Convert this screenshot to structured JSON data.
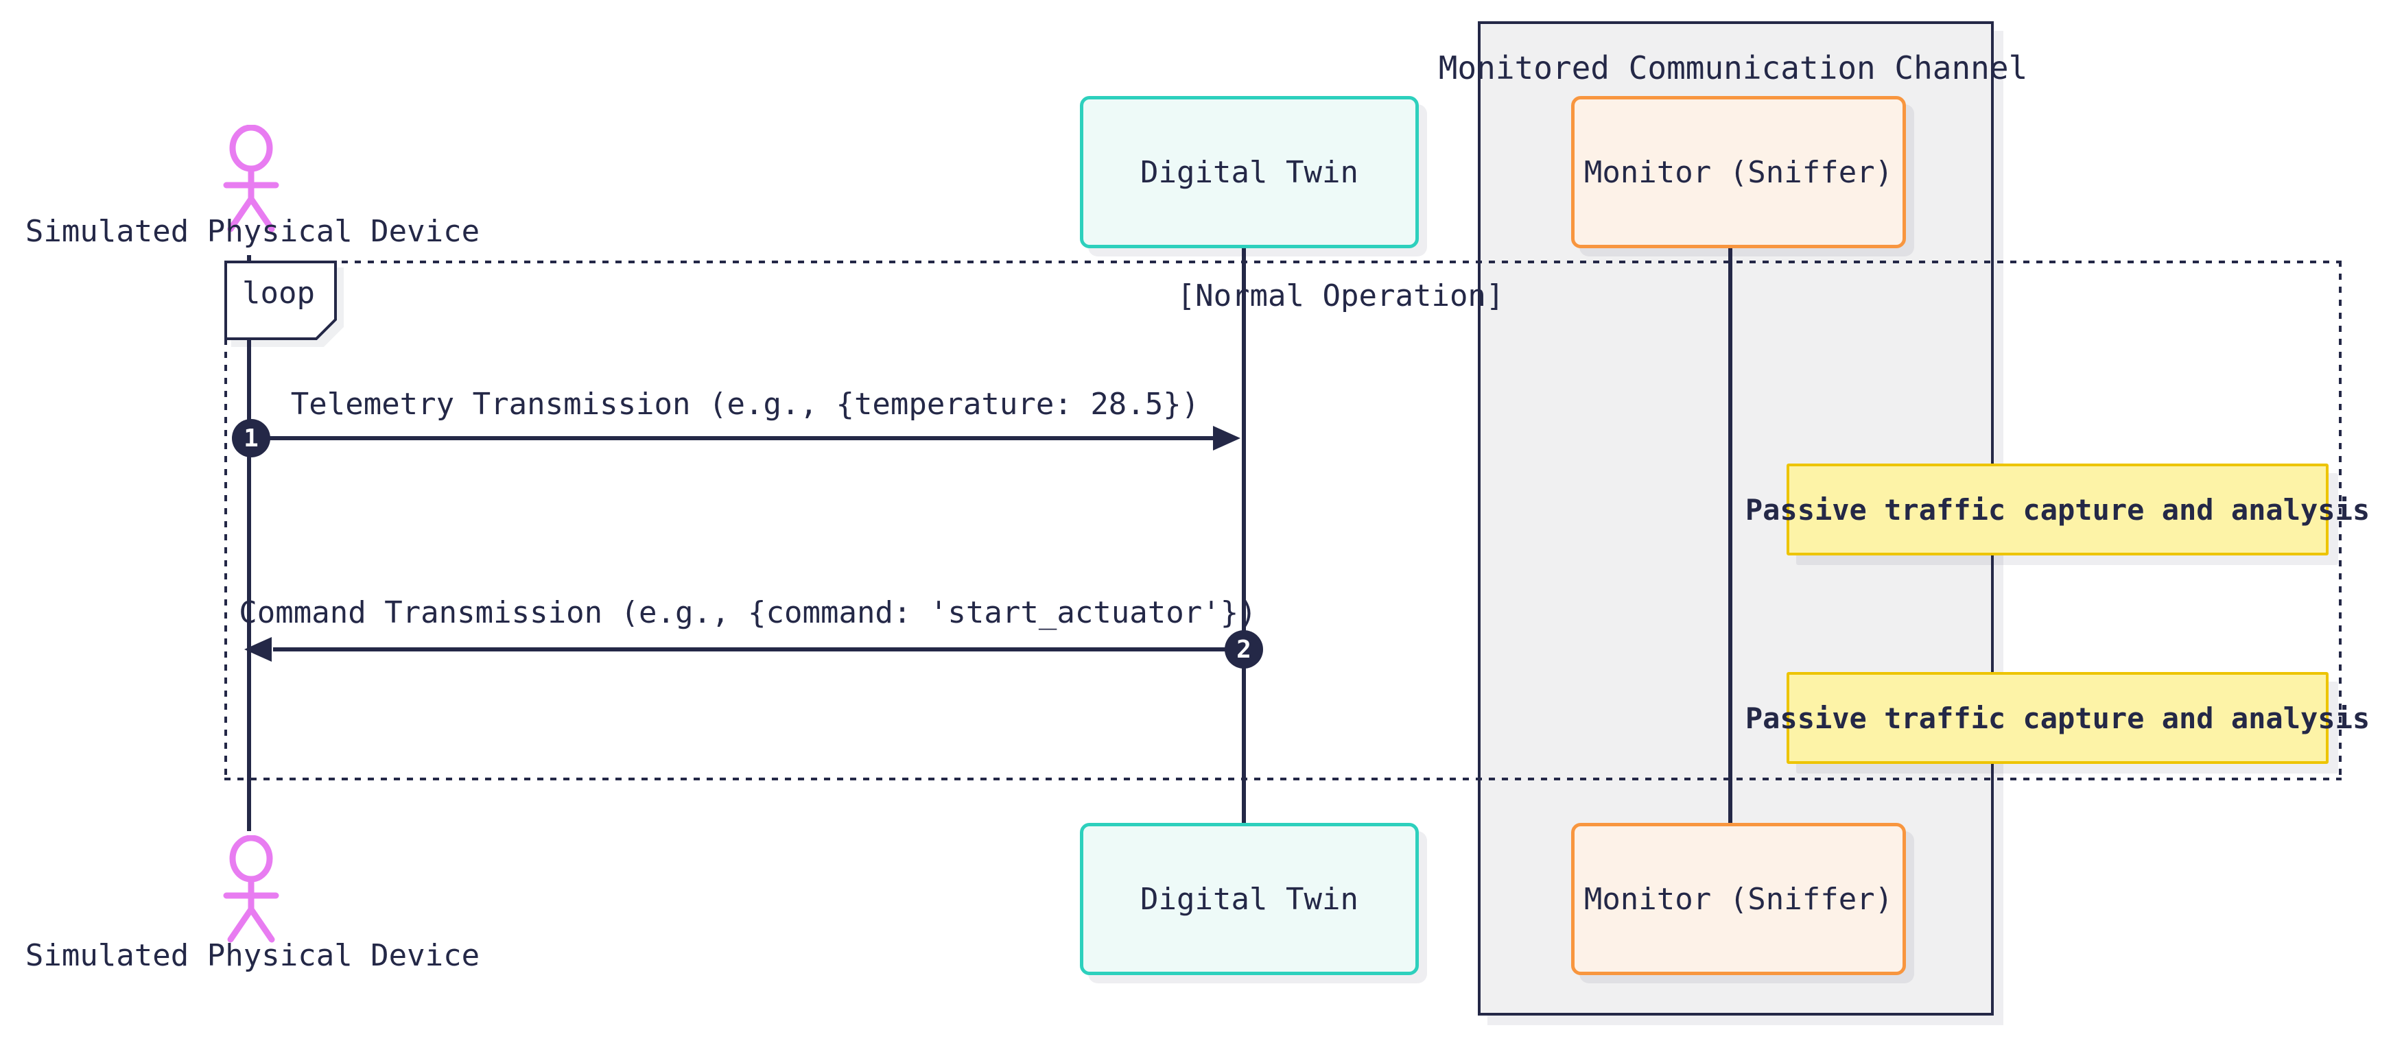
{
  "diagram": {
    "type": "sequence-diagram",
    "actor": {
      "name": "Simulated Physical Device"
    },
    "participants": [
      {
        "id": "digital-twin",
        "label": "Digital Twin",
        "border_color": "#2dd0bd",
        "fill": "#eefaf8"
      },
      {
        "id": "monitor",
        "label": "Monitor (Sniffer)",
        "border_color": "#f8963f",
        "fill": "#fdf2e8"
      }
    ],
    "channel_box": {
      "title": "Monitored Communication Channel",
      "fill": "#f0f0f1",
      "border_color": "#242847"
    },
    "loop": {
      "label": "loop",
      "condition": "[Normal Operation]"
    },
    "messages": [
      {
        "seq": "1",
        "text": "Telemetry Transmission (e.g., {temperature: 28.5})",
        "from": "Simulated Physical Device",
        "to": "Digital Twin"
      },
      {
        "seq": "2",
        "text": "Command Transmission (e.g., {command: 'start_actuator'})",
        "from": "Digital Twin",
        "to": "Simulated Physical Device"
      }
    ],
    "notes": [
      {
        "text": "Passive traffic capture and analysis",
        "fill": "#fdf3a7",
        "border_color": "#edc402"
      },
      {
        "text": "Passive traffic capture and analysis",
        "fill": "#fdf3a7",
        "border_color": "#edc402"
      }
    ],
    "colors": {
      "ink": "#242847",
      "actor": "#e87cf1",
      "background": "#ffffff"
    }
  }
}
